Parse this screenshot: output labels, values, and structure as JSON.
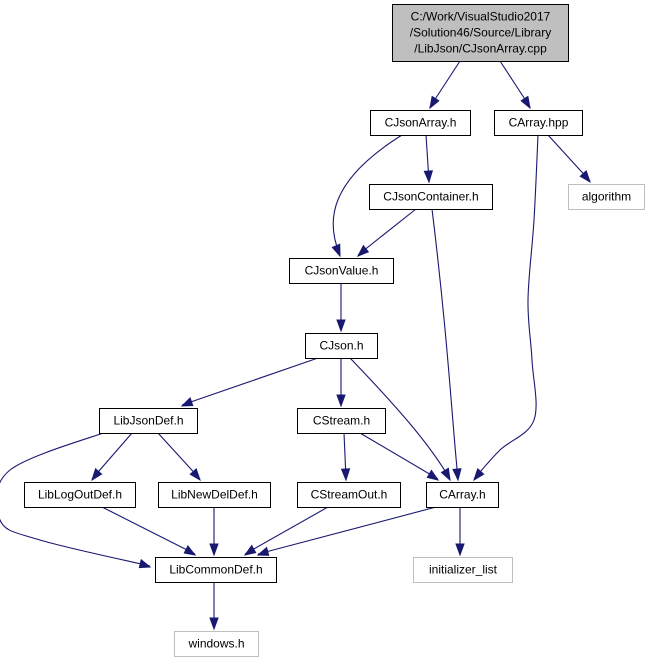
{
  "colors": {
    "edge": "#191970",
    "node_border": "#000000",
    "external_border": "#bfbfbf",
    "root_fill": "#bfbfbf"
  },
  "nodes": {
    "root": {
      "lines": [
        "C:/Work/VisualStudio2017",
        "/Solution46/Source/Library",
        "/LibJson/CJsonArray.cpp"
      ],
      "kind": "root"
    },
    "cjsonarray_h": {
      "lines": [
        "CJsonArray.h"
      ],
      "kind": "file"
    },
    "carray_hpp": {
      "lines": [
        "CArray.hpp"
      ],
      "kind": "file"
    },
    "algorithm": {
      "lines": [
        "algorithm"
      ],
      "kind": "external"
    },
    "cjsoncontainer_h": {
      "lines": [
        "CJsonContainer.h"
      ],
      "kind": "file"
    },
    "cjsonvalue_h": {
      "lines": [
        "CJsonValue.h"
      ],
      "kind": "file"
    },
    "cjson_h": {
      "lines": [
        "CJson.h"
      ],
      "kind": "file"
    },
    "libjsondef_h": {
      "lines": [
        "LibJsonDef.h"
      ],
      "kind": "file"
    },
    "cstream_h": {
      "lines": [
        "CStream.h"
      ],
      "kind": "file"
    },
    "liblogoutdef_h": {
      "lines": [
        "LibLogOutDef.h"
      ],
      "kind": "file"
    },
    "libnewdeldef_h": {
      "lines": [
        "LibNewDelDef.h"
      ],
      "kind": "file"
    },
    "cstreamout_h": {
      "lines": [
        "CStreamOut.h"
      ],
      "kind": "file"
    },
    "carray_h": {
      "lines": [
        "CArray.h"
      ],
      "kind": "file"
    },
    "initializer_list": {
      "lines": [
        "initializer_list"
      ],
      "kind": "external"
    },
    "libcommondef_h": {
      "lines": [
        "LibCommonDef.h"
      ],
      "kind": "file"
    },
    "windows_h": {
      "lines": [
        "windows.h"
      ],
      "kind": "external"
    }
  },
  "edges": [
    {
      "from": "root",
      "to": "cjsonarray_h"
    },
    {
      "from": "root",
      "to": "carray_hpp"
    },
    {
      "from": "carray_hpp",
      "to": "algorithm"
    },
    {
      "from": "carray_hpp",
      "to": "carray_h"
    },
    {
      "from": "cjsonarray_h",
      "to": "cjsoncontainer_h"
    },
    {
      "from": "cjsonarray_h",
      "to": "cjsonvalue_h"
    },
    {
      "from": "cjsoncontainer_h",
      "to": "cjsonvalue_h"
    },
    {
      "from": "cjsoncontainer_h",
      "to": "carray_h"
    },
    {
      "from": "cjsonvalue_h",
      "to": "cjson_h"
    },
    {
      "from": "cjson_h",
      "to": "libjsondef_h"
    },
    {
      "from": "cjson_h",
      "to": "cstream_h"
    },
    {
      "from": "cjson_h",
      "to": "carray_h"
    },
    {
      "from": "libjsondef_h",
      "to": "liblogoutdef_h"
    },
    {
      "from": "libjsondef_h",
      "to": "libnewdeldef_h"
    },
    {
      "from": "libjsondef_h",
      "to": "libcommondef_h"
    },
    {
      "from": "cstream_h",
      "to": "cstreamout_h"
    },
    {
      "from": "cstream_h",
      "to": "carray_h"
    },
    {
      "from": "liblogoutdef_h",
      "to": "libcommondef_h"
    },
    {
      "from": "libnewdeldef_h",
      "to": "libcommondef_h"
    },
    {
      "from": "cstreamout_h",
      "to": "libcommondef_h"
    },
    {
      "from": "carray_h",
      "to": "initializer_list"
    },
    {
      "from": "carray_h",
      "to": "libcommondef_h"
    },
    {
      "from": "libcommondef_h",
      "to": "windows_h"
    }
  ]
}
